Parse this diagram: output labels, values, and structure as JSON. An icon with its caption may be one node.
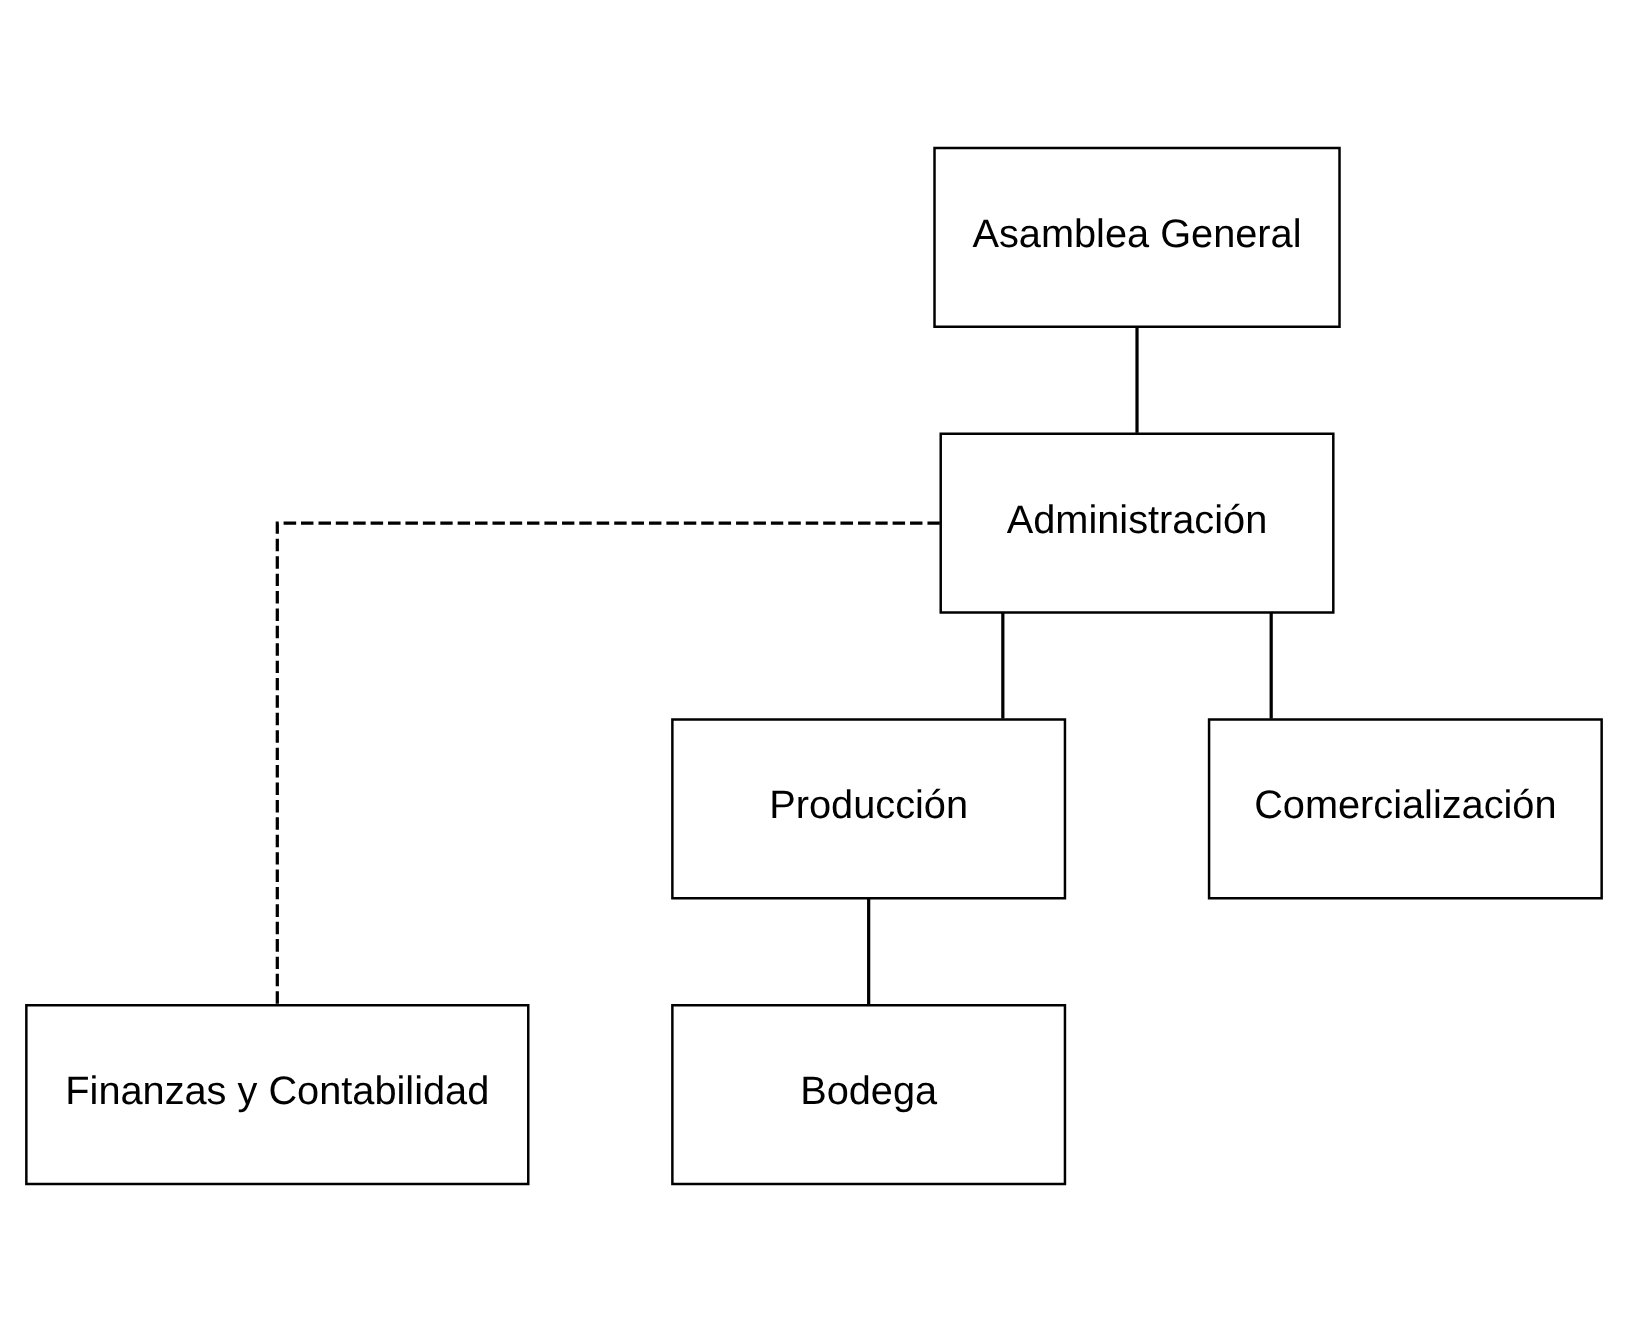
{
  "diagram": {
    "nodes": [
      {
        "text": [
          "Asamblea General"
        ]
      },
      {
        "text": [
          "Administración"
        ]
      },
      {
        "text": [
          "Finanzas y Contabilidad"
        ]
      },
      {
        "text": [
          "Producción"
        ]
      },
      {
        "text": [
          "Comercialización"
        ]
      },
      {
        "text": [
          "Bodega"
        ]
      }
    ],
    "edges": [
      {
        "from": 0,
        "to": 1,
        "arrow": "none"
      },
      {
        "from": 1,
        "to": 2,
        "arrow": "none",
        "style": "dashed"
      },
      {
        "from": 1,
        "to": 3,
        "arrow": "none"
      },
      {
        "from": 1,
        "to": 4,
        "arrow": "none"
      },
      {
        "from": 3,
        "to": 5,
        "arrow": "none"
      }
    ]
  }
}
